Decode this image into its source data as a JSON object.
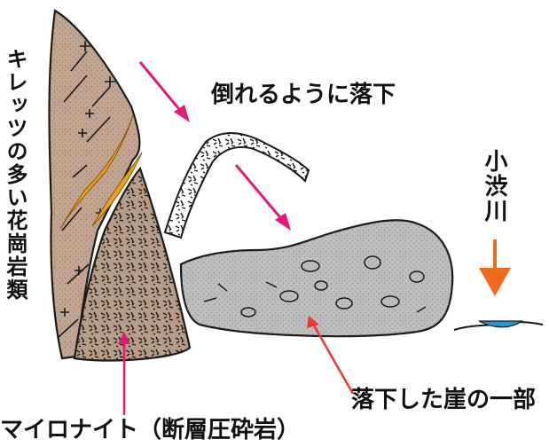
{
  "labels": {
    "granite": "キレッツの多い花崗岩類",
    "falling": "倒れるように落下",
    "river": "小渋川",
    "fallen_cliff": "落下した崖の一部",
    "mylonite": "マイロナイト（断層圧砕岩）"
  },
  "colors": {
    "granite_fill": "#c1a590",
    "mylonite_fill": "#b89c86",
    "fallen_block_fill": "#bdbdbd",
    "vein_fill": "#f0a020",
    "arrow_magenta": "#e6197a",
    "arrow_red": "#e83a30",
    "arrow_orange": "#f06a1e",
    "water": "#1f9ad6",
    "outline": "#1a1a1a"
  }
}
